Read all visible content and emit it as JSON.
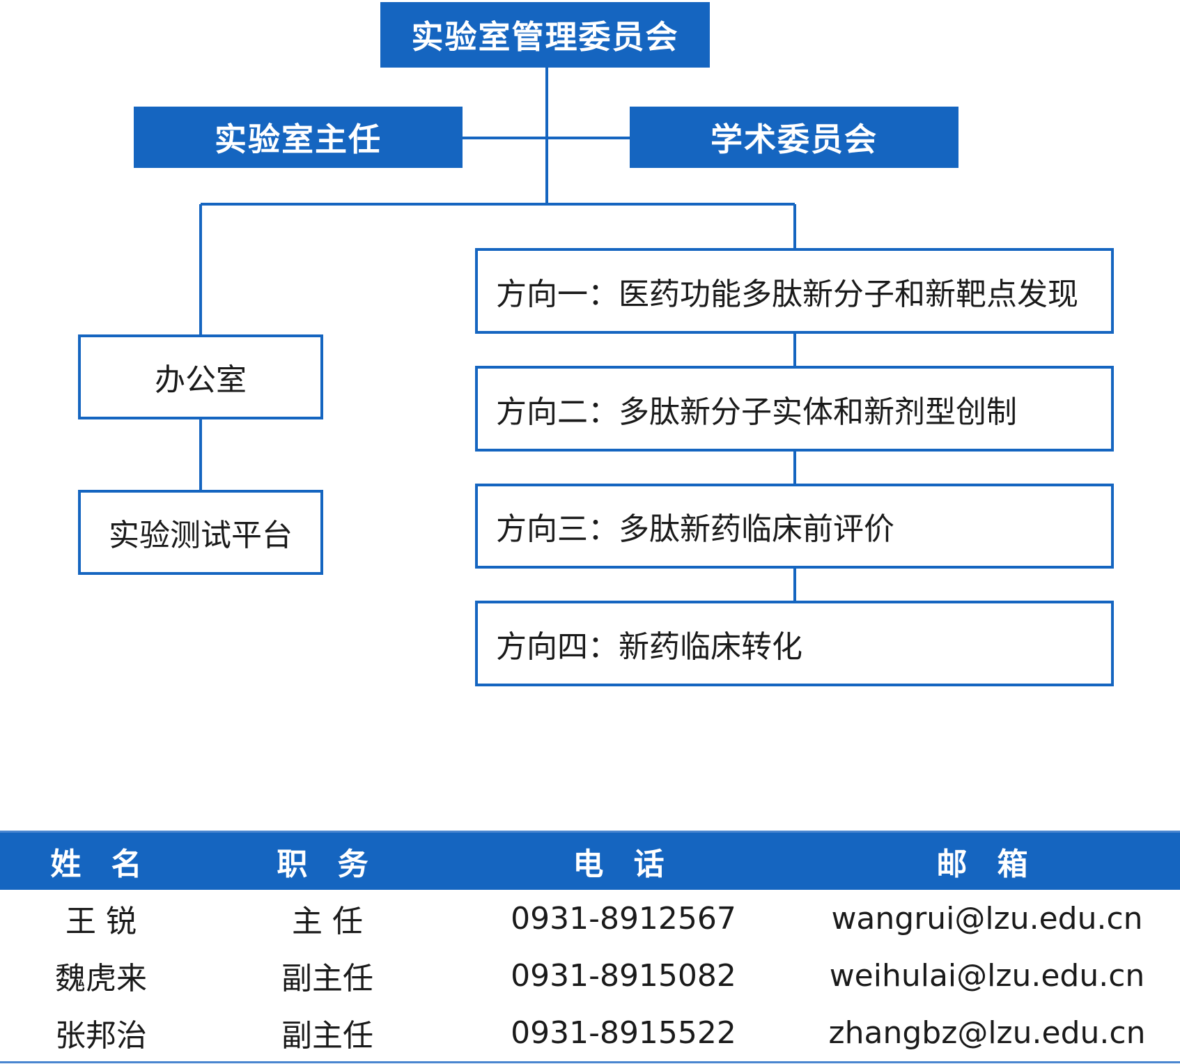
{
  "org_chart": {
    "top": "实验室管理委员会",
    "director": "实验室主任",
    "academic_committee": "学术委员会",
    "office": "办公室",
    "test_platform": "实验测试平台",
    "directions": [
      "方向一：医药功能多肽新分子和新靶点发现",
      "方向二：多肽新分子实体和新剂型创制",
      "方向三：多肽新药临床前评价",
      "方向四：新药临床转化"
    ]
  },
  "contacts": {
    "headers": [
      "姓 名",
      "职 务",
      "电 话",
      "邮 箱"
    ],
    "rows": [
      [
        "王 锐",
        "主 任",
        "0931-8912567",
        "wangrui@lzu.edu.cn"
      ],
      [
        "魏虎来",
        "副主任",
        "0931-8915082",
        "weihulai@lzu.edu.cn"
      ],
      [
        "张邦治",
        "副主任",
        "0931-8915522",
        "zhangbz@lzu.edu.cn"
      ]
    ]
  },
  "colors": {
    "accent": "#1565c0",
    "text": "#1a1a1a"
  }
}
